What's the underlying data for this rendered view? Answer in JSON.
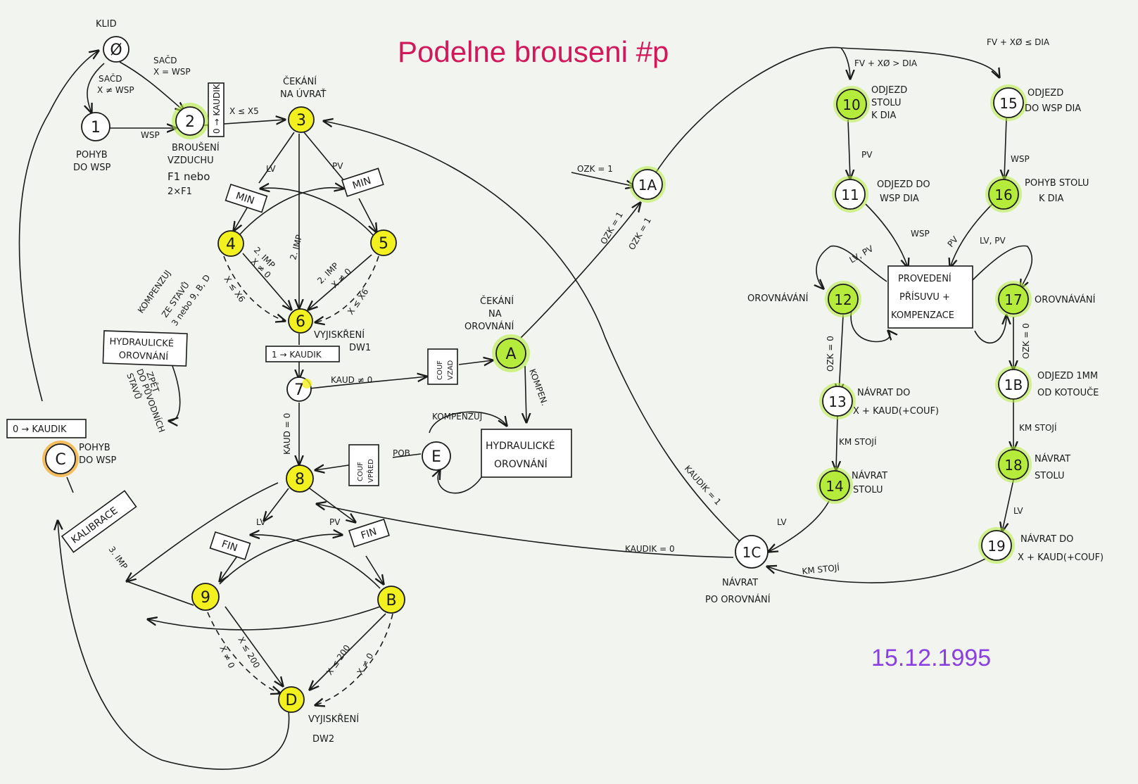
{
  "title": "Podelne brouseni #p",
  "date": "15.12.1995",
  "colors": {
    "title": "#d0185a",
    "date": "#8a3fe0",
    "yellow": "#f2f01e",
    "green": "#b5ec3c",
    "orange": "#f5a623",
    "white": "#ffffff"
  },
  "nodes": {
    "n0": {
      "id": "Ø",
      "caption": "KLID"
    },
    "n1": {
      "id": "1",
      "caption1": "POHYB",
      "caption2": "DO WSP"
    },
    "n2": {
      "id": "2",
      "caption1": "BROUŠENÍ",
      "caption2": "VZDUCHU",
      "caption3": "F1 nebo",
      "caption4": "2×F1"
    },
    "n3": {
      "id": "3",
      "caption1": "ČEKÁNÍ",
      "caption2": "NA ÚVRAŤ"
    },
    "n4": {
      "id": "4"
    },
    "n5": {
      "id": "5"
    },
    "n6": {
      "id": "6",
      "caption1": "VYJISKŘENÍ",
      "caption2": "DW1"
    },
    "n7": {
      "id": "7"
    },
    "n8": {
      "id": "8"
    },
    "n9": {
      "id": "9"
    },
    "nB": {
      "id": "B"
    },
    "nD": {
      "id": "D",
      "caption1": "VYJISKŘENÍ",
      "caption2": "DW2"
    },
    "nC": {
      "id": "C",
      "caption1": "POHYB",
      "caption2": "DO WSP"
    },
    "nA": {
      "id": "A",
      "caption1": "ČEKÁNÍ",
      "caption2": "NA",
      "caption3": "OROVNÁNÍ"
    },
    "nE": {
      "id": "E"
    },
    "n1A": {
      "id": "1A"
    },
    "n1C": {
      "id": "1C",
      "caption1": "NÁVRAT",
      "caption2": "PO OROVNÁNÍ"
    },
    "n10": {
      "id": "10",
      "caption1": "ODJEZD",
      "caption2": "STOLU",
      "caption3": "K DIA"
    },
    "n11": {
      "id": "11",
      "caption1": "ODJEZD DO",
      "caption2": "WSP DIA"
    },
    "n12": {
      "id": "12",
      "caption": "OROVNÁVÁNÍ"
    },
    "n13": {
      "id": "13",
      "caption1": "NÁVRAT DO",
      "caption2": "X + KAUD(+COUF)"
    },
    "n14": {
      "id": "14",
      "caption1": "NÁVRAT",
      "caption2": "STOLU"
    },
    "n15": {
      "id": "15",
      "caption1": "ODJEZD",
      "caption2": "DO WSP DIA"
    },
    "n16": {
      "id": "16",
      "caption1": "POHYB STOLU",
      "caption2": "K DIA"
    },
    "n17": {
      "id": "17",
      "caption": "OROVNÁVÁNÍ"
    },
    "n1B": {
      "id": "1B",
      "caption1": "ODJEZD 1MM",
      "caption2": "OD KOTOUČE"
    },
    "n18": {
      "id": "18",
      "caption1": "NÁVRAT",
      "caption2": "STOLU"
    },
    "n19": {
      "id": "19",
      "caption1": "NÁVRAT DO",
      "caption2": "X + KAUD(+COUF)"
    }
  },
  "boxes": {
    "kaudik_zero": "0 → KAUDIK",
    "min_lv": "MIN",
    "min_pv": "MIN",
    "kaudik_one": "1 → KAUDIK",
    "couf_vzad1": "COUF",
    "couf_vzad2": "VZAD",
    "couf_vpred1": "COUF",
    "couf_vpred2": "VPŘED",
    "hydr_left1": "HYDRAULICKÉ",
    "hydr_left2": "OROVNÁNÍ",
    "hydr_mid1": "HYDRAULICKÉ",
    "hydr_mid2": "OROVNÁNÍ",
    "fin_lv": "FIN",
    "fin_pv": "FIN",
    "kaudik_out": "0 → KAUDIK",
    "kalibrace": "KALIBRACE",
    "proved1": "PROVEDENÍ",
    "proved2": "PŘÍSUVU +",
    "proved3": "KOMPENZACE"
  },
  "labels": {
    "sacd1": "SAČD",
    "sacd2": "X ≠ WSP",
    "sacd3": "SAČD",
    "sacd4": "X = WSP",
    "wsp": "WSP",
    "x_le_x5": "X ≤ X5",
    "lv1": "LV",
    "pv1": "PV",
    "imp2_mid": "2. IMP",
    "imp2_l1": "2. IMP",
    "imp2_l2": "X ≠ 0",
    "imp2_r1": "2. IMP",
    "imp2_r2": "X ≠ 0",
    "x_le_x6_l": "X ≤ X6",
    "x_le_x6_r": "X ≤ X6",
    "kaud_ne0": "KAUD ≠ 0",
    "kaud_eq0": "KAUD = 0",
    "kompenzuj_top": "KOMPENZUJ",
    "kompen": "KOMPEN.",
    "pob": "POB",
    "kompenzuj_l1": "KOMPENZUJ",
    "kompenzuj_l2": "ZE STAVŮ",
    "kompenzuj_l3": "3 nebo 9, B, D",
    "zpet1": "ZPĚT",
    "zpet2": "DO PŮVODNÍCH",
    "zpet3": "STAVŮ",
    "lv2": "LV",
    "pv2": "PV",
    "x_le_200_l": "X ≤ 200",
    "x_ne0_l": "X ≠ 0",
    "x_le_200_r": "X ≤ 200",
    "x_ne0_r": "X ≠ 0",
    "imp3": "3. IMP",
    "ozk_in": "OZK = 1",
    "ozk_a": "OZK = 1",
    "ozk_1c": "OZK = 1",
    "kaudik_eq1": "KAUDIK = 1",
    "kaudik_eq0": "KAUDIK = 0",
    "km_stoji_low": "KM STOJÍ",
    "lv_1c": "LV",
    "fv_gt": "FV + XØ > DIA",
    "fv_le": "FV + XØ ≤ DIA",
    "pv_10_11": "PV",
    "wsp_15_16": "WSP",
    "wsp_11_p": "WSP",
    "pv_16_p": "PV",
    "lvpv_12": "LV, PV",
    "lvpv_17": "LV, PV",
    "ozk0_12": "OZK = 0",
    "ozk0_17": "OZK = 0",
    "km_stoji_13": "KM STOJÍ",
    "km_stoji_1b": "KM STOJÍ",
    "lv_18_19": "LV"
  }
}
